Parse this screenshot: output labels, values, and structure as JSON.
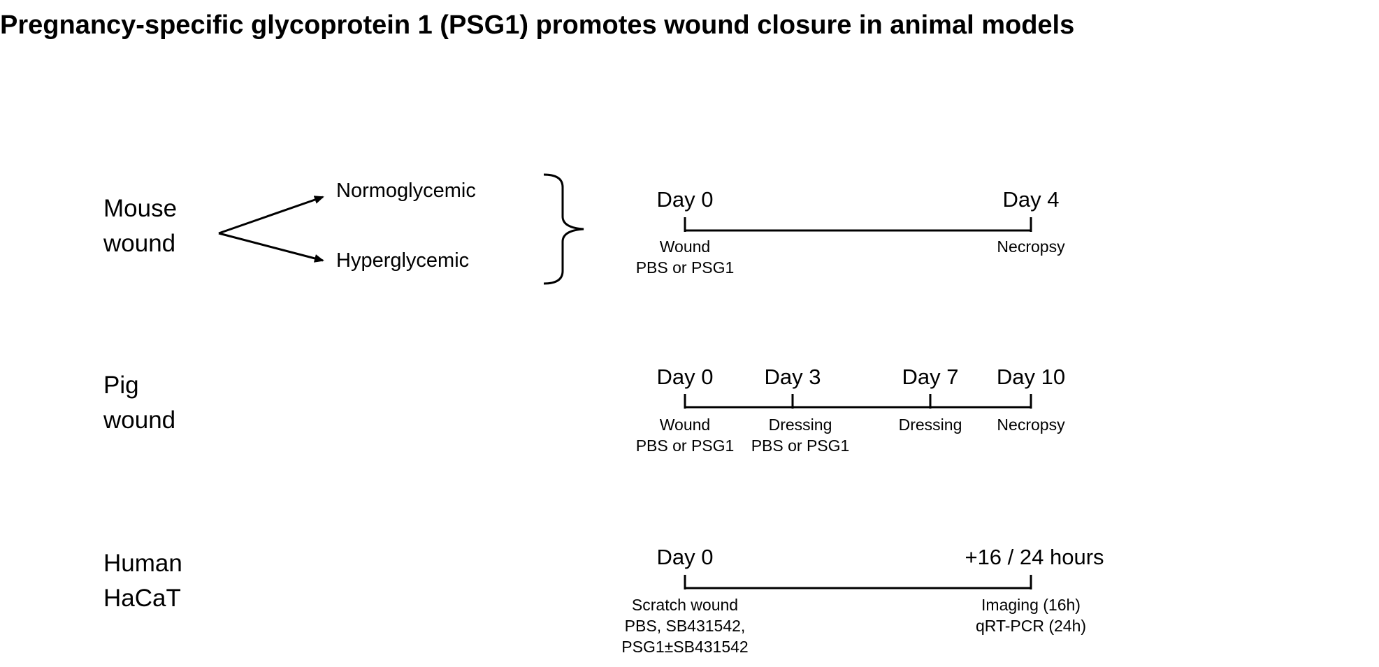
{
  "title": "Pregnancy-specific glycoprotein 1 (PSG1) promotes wound closure in animal models",
  "colors": {
    "text": "#000000",
    "line": "#000000",
    "background": "#ffffff"
  },
  "mouse": {
    "label_line1": "Mouse",
    "label_line2": "wound",
    "groups": [
      "Normoglycemic",
      "Hyperglycemic"
    ],
    "timepoints": [
      {
        "day": "Day 0",
        "events": [
          "Wound",
          "PBS or PSG1"
        ]
      },
      {
        "day": "Day 4",
        "events": [
          "Necropsy"
        ]
      }
    ]
  },
  "pig": {
    "label_line1": "Pig",
    "label_line2": "wound",
    "timepoints": [
      {
        "day": "Day 0",
        "events": [
          "Wound",
          "PBS or PSG1"
        ]
      },
      {
        "day": "Day 3",
        "events": [
          "Dressing",
          "PBS or PSG1"
        ]
      },
      {
        "day": "Day 7",
        "events": [
          "Dressing"
        ]
      },
      {
        "day": "Day 10",
        "events": [
          "Necropsy"
        ]
      }
    ]
  },
  "human": {
    "label_line1": "Human",
    "label_line2": "HaCaT",
    "timepoints": [
      {
        "day": "Day 0",
        "events": [
          "Scratch wound",
          "PBS, SB431542,",
          "PSG1±SB431542"
        ]
      },
      {
        "day": "+16 / 24 hours",
        "events": [
          "Imaging (16h)",
          "qRT-PCR (24h)"
        ]
      }
    ]
  }
}
